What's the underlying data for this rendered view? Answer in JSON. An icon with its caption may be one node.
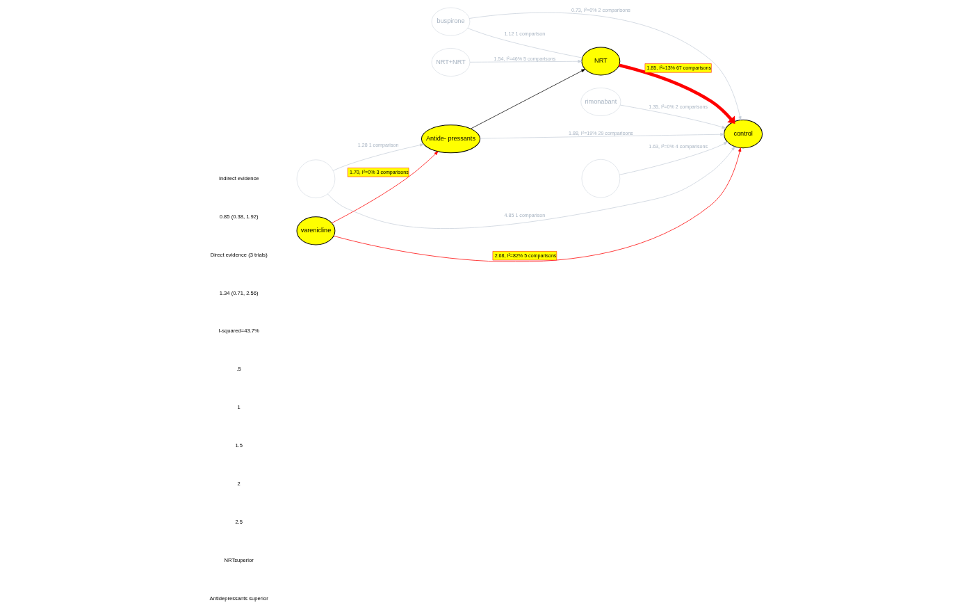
{
  "diagram": {
    "nodes": [
      {
        "text": [
          "NRT+NRT"
        ]
      },
      {
        "text": [
          "buspirone"
        ]
      },
      {
        "text": [
          "NRT"
        ]
      },
      {
        "text": [
          "control"
        ]
      },
      {
        "text": [
          "rimonabant"
        ]
      },
      {
        "text": [],
        "shape": "circle"
      },
      {
        "text": [],
        "shape": "circle"
      },
      {
        "text": [
          "Antide- pressants"
        ]
      },
      {
        "text": [
          "varenicline"
        ]
      }
    ],
    "edges": [
      {
        "from": 0,
        "to": 2,
        "arrow": "to",
        "label": "1.54, I²=46% 5 comparisons"
      },
      {
        "from": 1,
        "to": 2,
        "arrow": "none",
        "label": "1.12 1 comparison"
      },
      {
        "from": 1,
        "to": 3,
        "arrow": "to",
        "label": "0.73, I²=0% 2 comparisons"
      },
      {
        "from": 2,
        "to": 3,
        "arrow": "to",
        "label": "1.85, I²=13% 67 comparisons",
        "style": "thick",
        "color": "#ff0000"
      },
      {
        "from": 4,
        "to": 3,
        "arrow": "to",
        "label": "1.35, I²=0% 2 comparisons"
      },
      {
        "from": 5,
        "to": 3,
        "arrow": "to",
        "label": "4.85 1 comparison"
      },
      {
        "from": 6,
        "to": 3,
        "arrow": "to",
        "label": "1.63, I²=0% 4 comparisons"
      },
      {
        "from": 7,
        "to": 3,
        "arrow": "to",
        "label": "1.88, I²=19% 29 comparisons"
      },
      {
        "from": 8,
        "to": 3,
        "arrow": "to",
        "label": "2.68, I²=82% 5 comparisons",
        "color": "#ff0000"
      },
      {
        "from": 7,
        "to": 2,
        "arrow": "to",
        "color": "#000000"
      },
      {
        "from": 5,
        "to": 7,
        "arrow": "to",
        "label": "1.28 1 comparison"
      },
      {
        "from": 8,
        "to": 7,
        "arrow": "to",
        "label": "1.70, I²=0% 3 comparisons",
        "color": "#ff0000"
      }
    ],
    "labels": [
      "Indirect evidence",
      "0.85 (0.38, 1.92)",
      "Direct evidence (3 trials)",
      "1.34 (0.71, 2.56)",
      "I-squared=43.7%",
      ".5",
      "1",
      "1.5",
      "2",
      "2.5",
      "NRTsuperior",
      "Antidepressants superior"
    ]
  }
}
